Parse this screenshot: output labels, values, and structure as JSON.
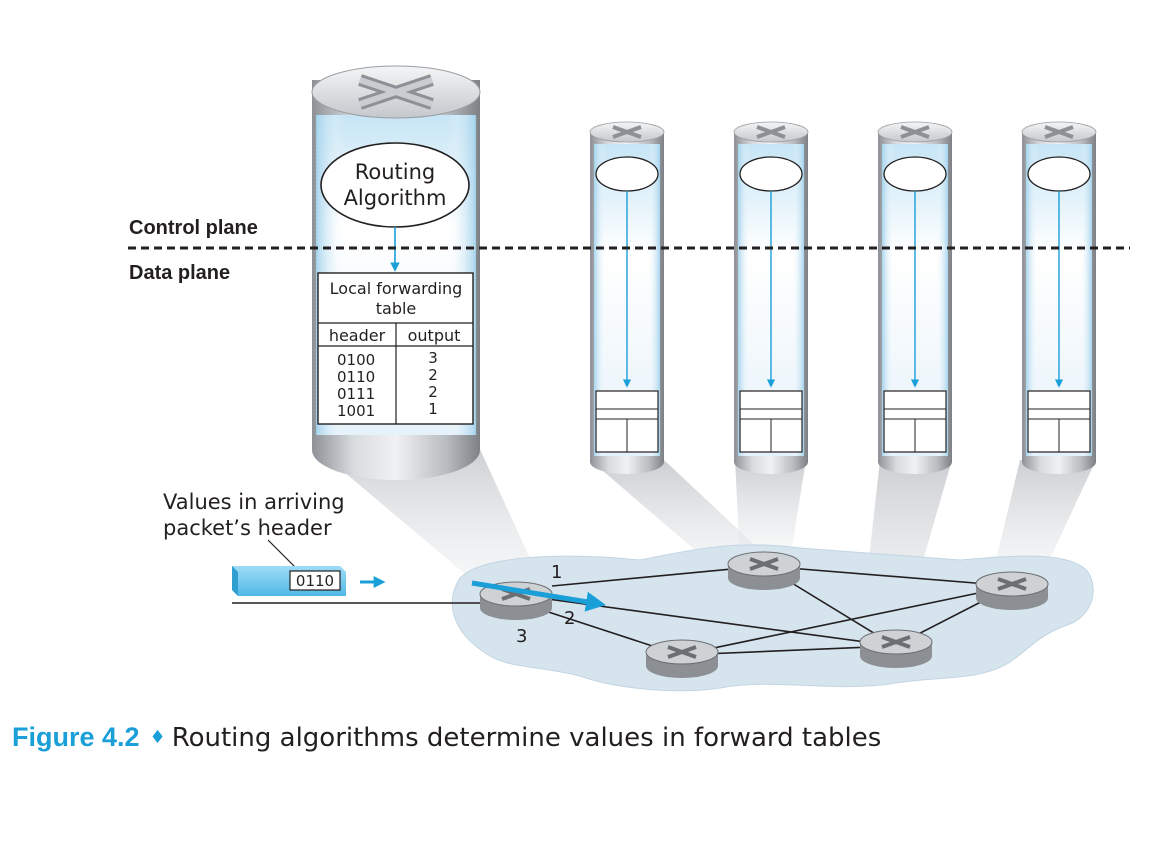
{
  "planes": {
    "control": "Control plane",
    "data": "Data plane"
  },
  "routing_algorithm": {
    "line1": "Routing",
    "line2": "Algorithm"
  },
  "forwarding_table": {
    "title_line1": "Local forwarding",
    "title_line2": "table",
    "col_header": "header",
    "col_output": "output",
    "rows": [
      {
        "header": "0100",
        "output": "3"
      },
      {
        "header": "0110",
        "output": "2"
      },
      {
        "header": "0111",
        "output": "2"
      },
      {
        "header": "1001",
        "output": "1"
      }
    ]
  },
  "packet": {
    "label_line1": "Values in arriving",
    "label_line2": "packet’s header",
    "value": "0110"
  },
  "ports": {
    "p1": "1",
    "p2": "2",
    "p3": "3"
  },
  "caption": {
    "figure": "Figure 4.2",
    "separator": "♦",
    "text": "Routing algorithms determine values in forward tables"
  },
  "colors": {
    "accent": "#1a9fd8",
    "router_gray": "#b8bcc0",
    "network_cloud": "#d6e4ee"
  },
  "icons": {
    "router": "router-icon"
  }
}
